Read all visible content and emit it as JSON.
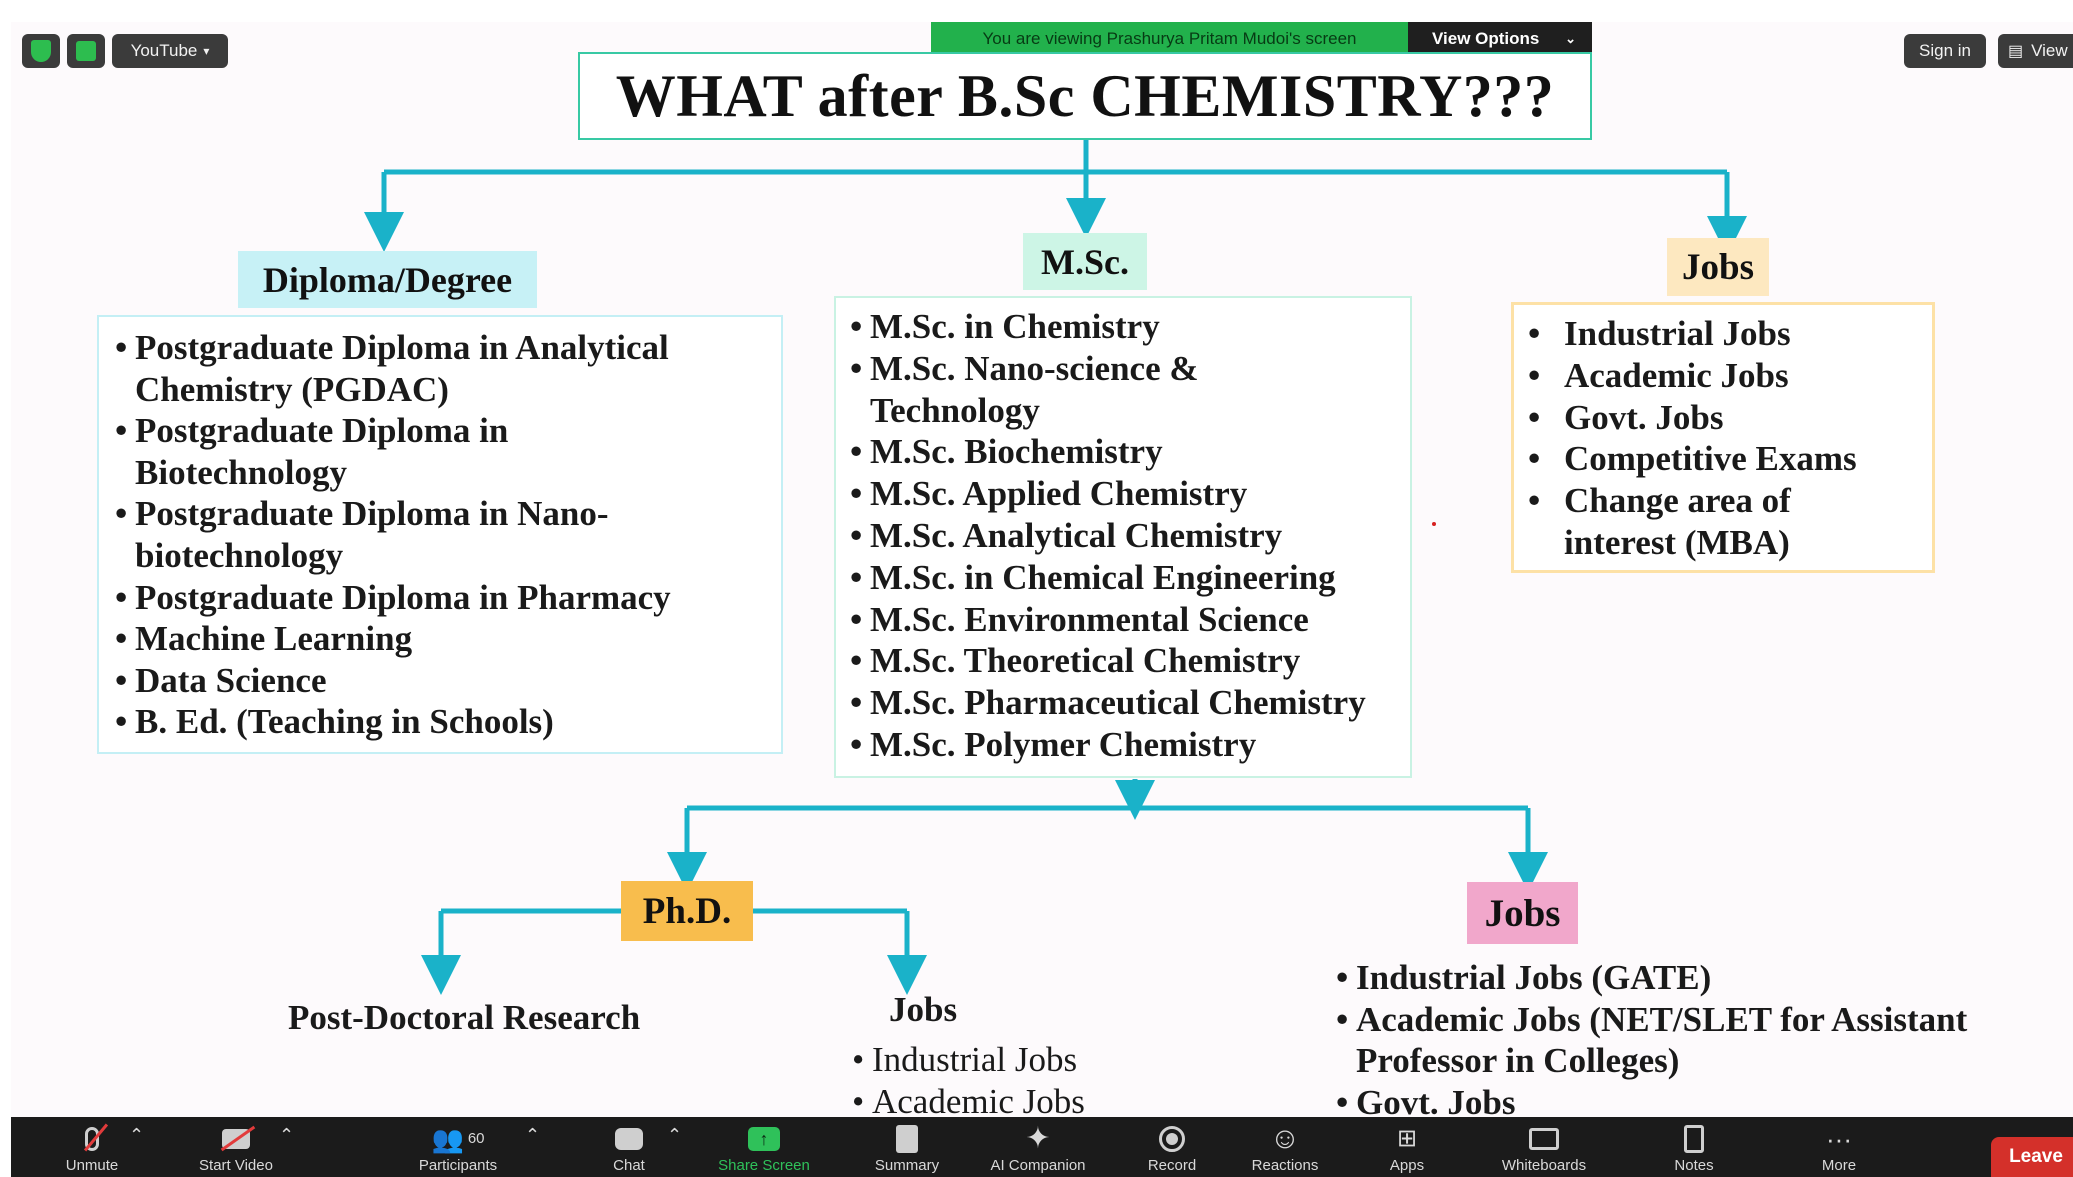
{
  "top_bar": {
    "youtube_label": "YouTube",
    "sign_in_label": "Sign in",
    "view_label": "View",
    "share_banner": "You are viewing Prashurya Pritam Mudoi's screen",
    "view_options_label": "View Options"
  },
  "slide": {
    "title": "WHAT after B.Sc CHEMISTRY???",
    "diploma": {
      "heading": "Diploma/Degree",
      "items": [
        "Postgraduate Diploma in Analytical Chemistry (PGDAC)",
        "Postgraduate Diploma in Biotechnology",
        "Postgraduate Diploma in Nano-biotechnology",
        "Postgraduate Diploma in Pharmacy",
        "Machine Learning",
        "Data Science",
        "B. Ed. (Teaching in Schools)"
      ]
    },
    "msc": {
      "heading": "M.Sc.",
      "items": [
        "M.Sc. in Chemistry",
        "M.Sc. Nano-science & Technology",
        "M.Sc. Biochemistry",
        "M.Sc. Applied Chemistry",
        "M.Sc. Analytical Chemistry",
        "M.Sc. in Chemical Engineering",
        "M.Sc. Environmental Science",
        "M.Sc. Theoretical Chemistry",
        "M.Sc. Pharmaceutical Chemistry",
        "M.Sc. Polymer Chemistry"
      ]
    },
    "jobs_top": {
      "heading": "Jobs",
      "items": [
        "Industrial Jobs",
        "Academic Jobs",
        "Govt. Jobs",
        "Competitive Exams",
        "Change area of interest (MBA)"
      ]
    },
    "phd": {
      "heading": "Ph.D.",
      "postdoc": "Post-Doctoral Research",
      "jobs_heading": "Jobs",
      "jobs_items": [
        "Industrial Jobs",
        "Academic Jobs"
      ]
    },
    "jobs_bottom": {
      "heading": "Jobs",
      "items": [
        "Industrial Jobs (GATE)",
        "Academic Jobs (NET/SLET for Assistant Professor in Colleges)",
        "Govt. Jobs"
      ]
    },
    "colors": {
      "connector": "#1ab2c9",
      "diploma_label_bg": "#c7f1f6",
      "msc_label_bg": "#cdf5e6",
      "jobs_top_label_bg": "#fde8c0",
      "phd_label_bg": "#f8bd4d",
      "jobs_bottom_label_bg": "#f1a7cb"
    }
  },
  "toolbar": {
    "unmute": "Unmute",
    "start_video": "Start Video",
    "participants": "Participants",
    "participants_count": "60",
    "chat": "Chat",
    "share_screen": "Share Screen",
    "summary": "Summary",
    "ai_companion": "AI Companion",
    "record": "Record",
    "reactions": "Reactions",
    "apps": "Apps",
    "whiteboards": "Whiteboards",
    "notes": "Notes",
    "more": "More",
    "leave": "Leave"
  }
}
